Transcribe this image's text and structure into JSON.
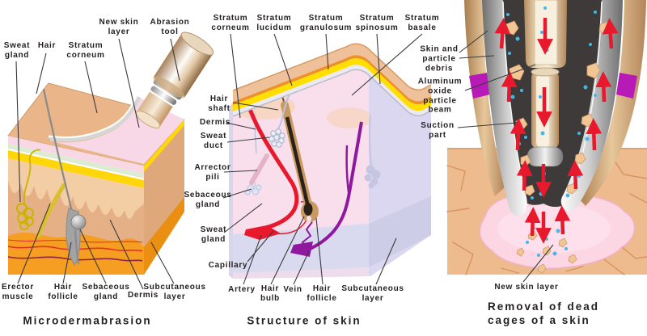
{
  "colors": {
    "arrow_red": "#e8192d",
    "artery_red": "#e8192d",
    "vein_purple": "#8e189e",
    "magenta_seal": "#b81ab8",
    "epidermis_yellow": "#ffd60a",
    "subcutaneous_orange": "#f59e21",
    "new_skin_pink": "#f8d7e6",
    "debris_blue": "#45b6e8",
    "label_text": "#231f20"
  },
  "micro": {
    "title": "Microdermabrasion",
    "labels": {
      "sweat_gland": "Sweat\ngland",
      "hair": "Hair",
      "stratum_corneum": "Stratum\ncorneum",
      "new_skin_layer": "New skin\nlayer",
      "abrasion_tool": "Abrasion\ntool",
      "erector_muscle": "Erector\nmuscle",
      "hair_follicle": "Hair\nfollicle",
      "sebaceous_gland": "Sebaceous\ngland",
      "dermis": "Dermis",
      "subcutaneous_layer": "Subcutaneous\nlayer"
    }
  },
  "structure": {
    "title": "Structure of skin",
    "labels": {
      "stratum_corneum": "Stratum\ncorneum",
      "stratum_lucidum": "Stratum\nlucidum",
      "stratum_granulosum": "Stratum\ngranulosum",
      "stratum_spinosum": "Stratum\nspinosum",
      "stratum_basale": "Stratum\nbasale",
      "hair_shaft": "Hair\nshaft",
      "dermis": "Dermis",
      "sweat_duct": "Sweat\nduct",
      "arrector_pili": "Arrector\npili",
      "sebaceous_gland": "Sebaceous\ngland",
      "sweat_gland": "Sweat\ngland",
      "capillary": "Capillary",
      "artery": "Artery",
      "hair_bulb": "Hair\nbulb",
      "vein": "Vein",
      "hair_follicle": "Hair\nfollicle",
      "subcutaneous_layer": "Subcutaneous\nlayer"
    }
  },
  "removal": {
    "title": "Removal of dead\ncages of a skin",
    "labels": {
      "skin_particle_debris": "Skin and\nparticle\ndebris",
      "aluminum_beam": "Aluminum\noxide\nparticle\nbeam",
      "suction_part": "Suction\npart",
      "new_skin_layer": "New skin layer"
    }
  }
}
